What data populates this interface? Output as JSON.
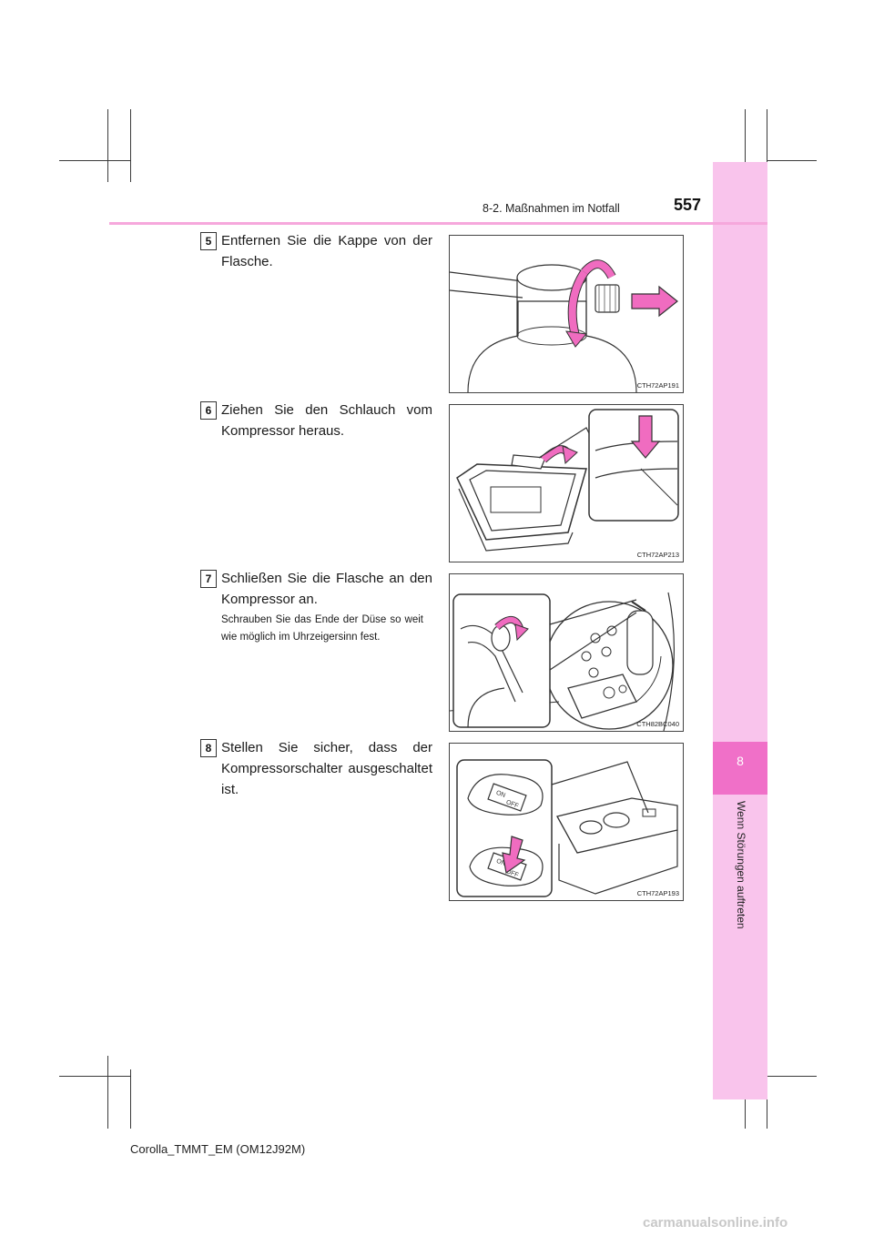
{
  "header": {
    "section": "8-2. Maßnahmen im Notfall",
    "page_number": "557"
  },
  "side_tab": {
    "chapter_number": "8",
    "chapter_title": "Wenn Störungen auftreten"
  },
  "steps": [
    {
      "number": "5",
      "text": "Entfernen Sie die Kappe von der Flasche.",
      "figure_code": "CTH72AP191"
    },
    {
      "number": "6",
      "text": "Ziehen Sie den Schlauch vom Kompressor heraus.",
      "figure_code": "CTH72AP213"
    },
    {
      "number": "7",
      "text": "Schließen Sie die Flasche an den Kompressor an.",
      "note": "Schrauben Sie das Ende der Düse so weit wie möglich im Uhrzeigersinn fest.",
      "figure_code": "CTH82BC040"
    },
    {
      "number": "8",
      "text": "Stellen Sie sicher, dass der Kompressorschalter ausgeschaltet ist.",
      "figure_code": "CTH72AP193",
      "switch_label_on": "ON",
      "switch_label_off": "OFF"
    }
  ],
  "footer": {
    "document": "Corolla_TMMT_EM (OM12J92M)"
  },
  "watermark": "carmanualsonline.info",
  "colors": {
    "tab_light": "#f9c4ec",
    "tab_active": "#f070c8",
    "arrow": "#f06cc0",
    "rule": "#f6a8dc"
  }
}
